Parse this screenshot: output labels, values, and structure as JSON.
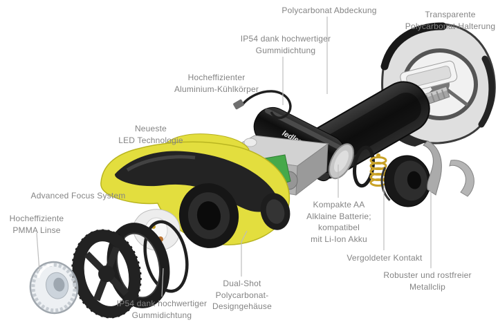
{
  "diagram": {
    "labels": {
      "cover": "Polycarbonat Abdeckung",
      "bracket": "Transparente\nPolycarbonat-Halterung",
      "seal_top": "IP54 dank hochwertiger\nGummidichtung",
      "heatsink": "Hocheffizienter\nAluminium-Kühlkörper",
      "led": "Neueste\nLED Technologie",
      "afs": "Advanced Focus System",
      "lens": "Hocheffiziente\nPMMA Linse",
      "seal_bottom": "IP54 dank hochwertiger\nGummidichtung",
      "housing": "Dual-Shot\nPolycarbonat-\nDesigngehäuse",
      "battery": "Kompakte AA\nAlklaine Batterie;\nkompatibel\nmit Li-Ion Akku",
      "contact": "Vergoldeter Kontakt",
      "clip": "Robuster und rostfreier\nMetallclip"
    },
    "battery_text": "ledlenser",
    "colors": {
      "body_yellow": "#e3de3e",
      "body_yellow_shade": "#c9c32c",
      "pcb_green": "#46a94a",
      "contact_gold": "#c9a227",
      "label_grey": "#838383",
      "leader_grey": "#bdbdbd"
    }
  }
}
